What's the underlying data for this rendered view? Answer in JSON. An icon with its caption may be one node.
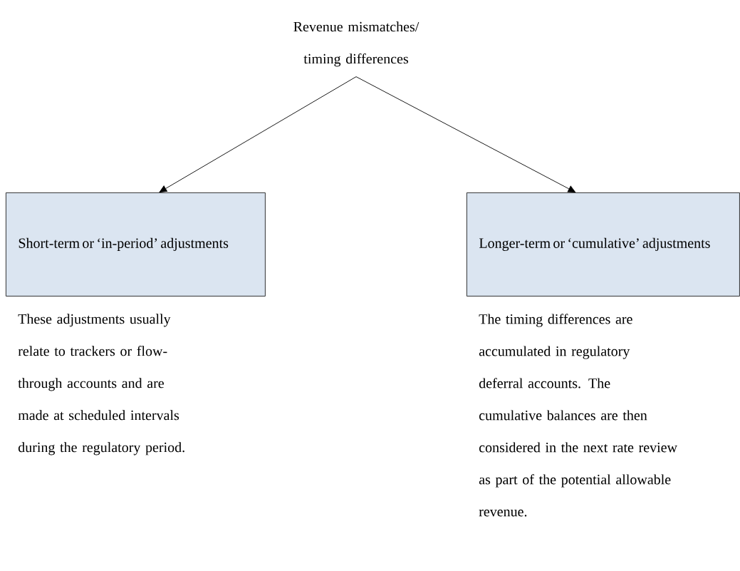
{
  "diagram": {
    "nodes": [
      {
        "text": [
          "Revenue mismatches/ timing differences"
        ]
      },
      {
        "text": [
          "Short-term or ‘in-period’ adjustments"
        ],
        "beside": [
          "These adjustments usually relate to trackers or flow-through accounts and are made at scheduled intervals during the regulatory period."
        ]
      },
      {
        "text": [
          "Longer-term or ‘cumulative’ adjustments"
        ],
        "beside": [
          "The timing differences are accumulated in regulatory deferral accounts. The cumulative balances are then considered in the next rate review as part of the potential allowable revenue."
        ]
      }
    ],
    "edges": [
      {
        "from": 0,
        "to": 1,
        "arrow": "to"
      },
      {
        "from": 0,
        "to": 2,
        "arrow": "to"
      }
    ]
  }
}
